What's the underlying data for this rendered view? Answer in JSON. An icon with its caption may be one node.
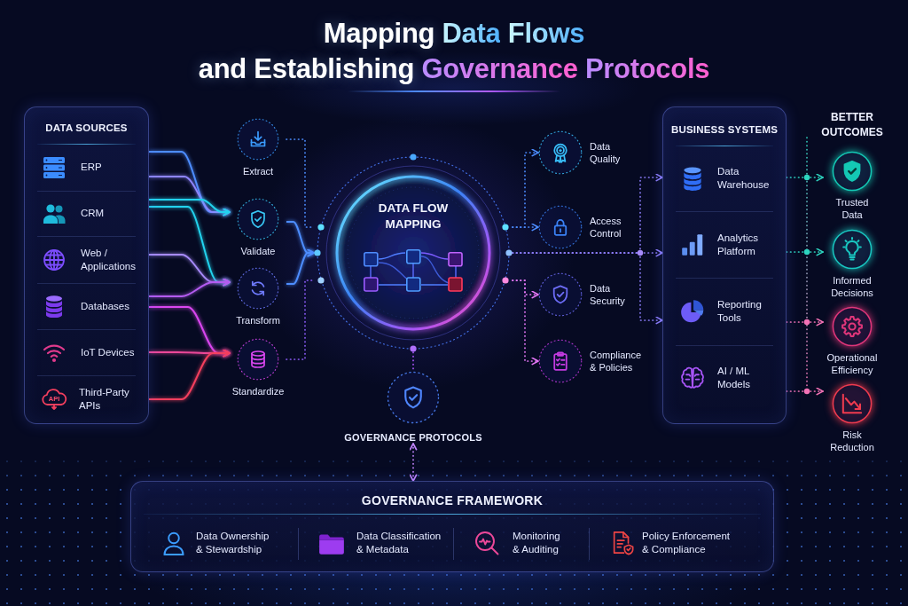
{
  "diagram": {
    "title": "Mapping Data Flows and Establishing Governance Protocols",
    "nodes": [
      {
        "text": [
          "DATA SOURCES"
        ]
      },
      {
        "text": [
          "ERP"
        ],
        "in": 0
      },
      {
        "text": [
          "CRM"
        ],
        "in": 0
      },
      {
        "text": [
          "Web / Applications"
        ],
        "in": 0
      },
      {
        "text": [
          "Databases"
        ],
        "in": 0
      },
      {
        "text": [
          "IoT Devices"
        ],
        "in": 0
      },
      {
        "text": [
          "API",
          "Third-Party APIs"
        ],
        "in": 0
      },
      {
        "text": [
          "Extract"
        ]
      },
      {
        "text": [
          "Validate"
        ]
      },
      {
        "text": [
          "Transform"
        ]
      },
      {
        "text": [
          "Standardize"
        ]
      },
      {
        "text": [
          "DATA FLOW MAPPING"
        ]
      },
      {
        "text": [
          "GOVERNANCE PROTOCOLS"
        ]
      },
      {
        "text": [
          "Data Quality"
        ]
      },
      {
        "text": [
          "Access Control"
        ]
      },
      {
        "text": [
          "Data Security"
        ]
      },
      {
        "text": [
          "Compliance & Policies"
        ]
      },
      {
        "text": [
          "BUSINESS SYSTEMS"
        ]
      },
      {
        "text": [
          "Data Warehouse"
        ],
        "in": 17
      },
      {
        "text": [
          "Analytics Platform"
        ],
        "in": 17
      },
      {
        "text": [
          "Reporting Tools"
        ],
        "in": 17
      },
      {
        "text": [
          "AI / ML Models"
        ],
        "in": 17
      },
      {
        "text": [
          "Trusted Data"
        ]
      },
      {
        "text": [
          "Informed Decisions"
        ]
      },
      {
        "text": [
          "Operational Efficiency"
        ]
      },
      {
        "text": [
          "Risk Reduction"
        ]
      },
      {
        "text": [
          "GOVERNANCE FRAMEWORK"
        ]
      },
      {
        "text": [
          "Data Ownership & Stewardship"
        ],
        "in": 26
      },
      {
        "text": [
          "Data Classification & Metadata"
        ],
        "in": 26
      },
      {
        "text": [
          "Monitoring & Auditing"
        ],
        "in": 26
      },
      {
        "text": [
          "Policy Enforcement & Compliance"
        ],
        "in": 26
      }
    ],
    "edges": [
      {
        "from": 1,
        "to": 8,
        "arrow": "to"
      },
      {
        "from": 1,
        "to": 8,
        "arrow": "to",
        "color": "#8f86ff"
      },
      {
        "from": 2,
        "to": 8,
        "arrow": "to",
        "color": "#22d3ee"
      },
      {
        "from": 2,
        "to": 9,
        "arrow": "to",
        "color": "#22d3ee"
      },
      {
        "from": 3,
        "to": 9,
        "arrow": "to",
        "color": "#a78bfa"
      },
      {
        "from": 4,
        "to": 9,
        "arrow": "to",
        "color": "#b45cf0"
      },
      {
        "from": 4,
        "to": 10,
        "arrow": "to",
        "color": "#d946ef"
      },
      {
        "from": 5,
        "to": 10,
        "arrow": "to",
        "color": "#ec4899"
      },
      {
        "from": 6,
        "to": 10,
        "arrow": "to",
        "color": "#f43f5e"
      },
      {
        "from": 7,
        "to": 11,
        "arrow": "none",
        "style": "dashed"
      },
      {
        "from": 8,
        "to": 11,
        "arrow": "to"
      },
      {
        "from": 9,
        "to": 11,
        "arrow": "to"
      },
      {
        "from": 10,
        "to": 11,
        "arrow": "none",
        "style": "dashed",
        "color": "#8b5cf6"
      },
      {
        "from": 11,
        "to": 13,
        "arrow": "to",
        "style": "dashed"
      },
      {
        "from": 11,
        "to": 14,
        "arrow": "to",
        "style": "dashed"
      },
      {
        "from": 11,
        "to": 15,
        "arrow": "to",
        "style": "dashed",
        "color": "#e879f9"
      },
      {
        "from": 11,
        "to": 16,
        "arrow": "to",
        "style": "dashed",
        "color": "#e879f9"
      },
      {
        "from": 11,
        "to": 12,
        "arrow": "none",
        "style": "dashed",
        "color": "#a855f7"
      },
      {
        "from": 12,
        "to": 26,
        "arrow": "both",
        "style": "dashed",
        "color": "#c084fc"
      },
      {
        "from": 11,
        "to": 18,
        "arrow": "to",
        "style": "dashed",
        "color": "#8b7cf8"
      },
      {
        "from": 11,
        "to": 19,
        "arrow": "to",
        "style": "dashed",
        "color": "#8b7cf8"
      },
      {
        "from": 11,
        "to": 20,
        "arrow": "to",
        "style": "dashed",
        "color": "#8b7cf8"
      },
      {
        "from": 18,
        "to": 22,
        "arrow": "to",
        "style": "dashed",
        "color": "#2dd4bf"
      },
      {
        "from": 19,
        "to": 23,
        "arrow": "to",
        "style": "dashed",
        "color": "#2dd4bf"
      },
      {
        "from": 20,
        "to": 24,
        "arrow": "to",
        "style": "dashed",
        "color": "#f472b6"
      },
      {
        "from": 21,
        "to": 25,
        "arrow": "to",
        "style": "dashed",
        "color": "#f472b6"
      }
    ],
    "labels": [
      "BETTER OUTCOMES"
    ]
  }
}
